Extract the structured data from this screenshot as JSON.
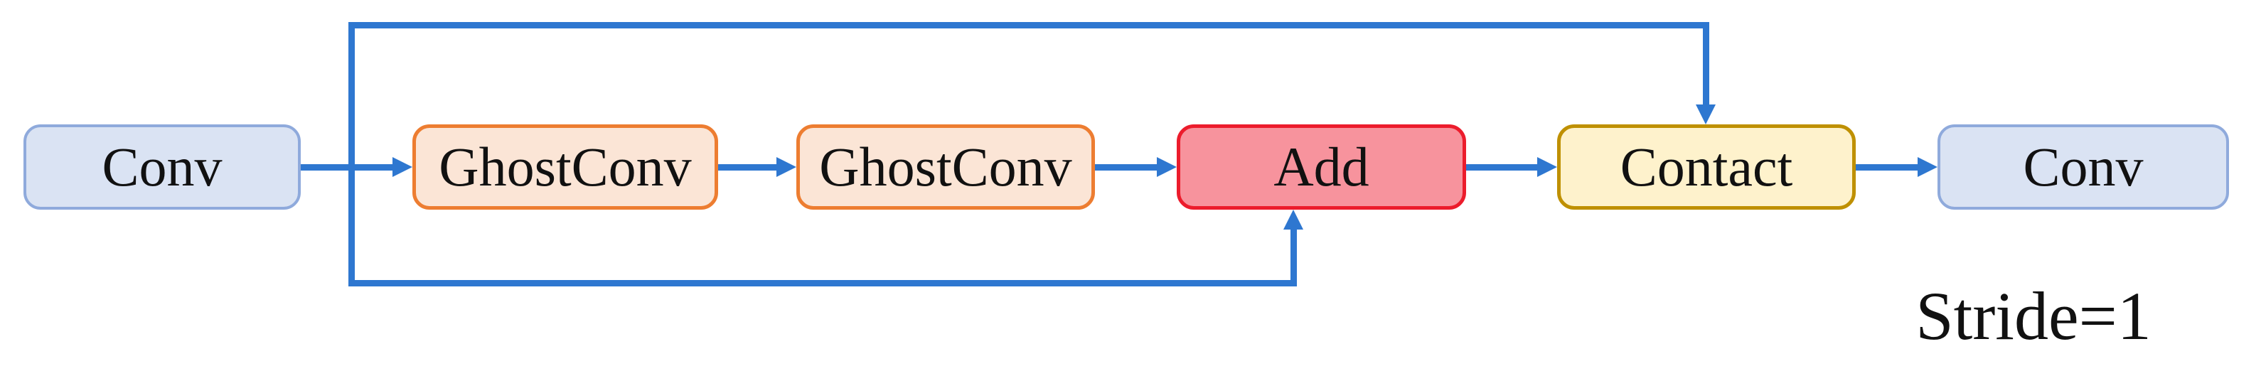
{
  "diagram": {
    "nodes": [
      {
        "id": "conv-input",
        "label": "Conv",
        "fill": "#DAE3F3",
        "border": "#8FAADC"
      },
      {
        "id": "ghostconv-1",
        "label": "GhostConv",
        "fill": "#FBE5D6",
        "border": "#ED7D31"
      },
      {
        "id": "ghostconv-2",
        "label": "GhostConv",
        "fill": "#FBE5D6",
        "border": "#ED7D31"
      },
      {
        "id": "add",
        "label": "Add",
        "fill": "#F7939D",
        "border": "#EC1C2C"
      },
      {
        "id": "contact",
        "label": "Contact",
        "fill": "#FEF2CC",
        "border": "#BF9000"
      },
      {
        "id": "conv-output",
        "label": "Conv",
        "fill": "#DAE3F3",
        "border": "#8FAADC"
      }
    ],
    "edges": [
      {
        "from": "conv-input",
        "to": "ghostconv-1",
        "path": "straight"
      },
      {
        "from": "ghostconv-1",
        "to": "ghostconv-2",
        "path": "straight"
      },
      {
        "from": "ghostconv-2",
        "to": "add",
        "path": "straight"
      },
      {
        "from": "add",
        "to": "contact",
        "path": "straight"
      },
      {
        "from": "contact",
        "to": "conv-output",
        "path": "straight"
      },
      {
        "from": "conv-input",
        "to": "contact",
        "path": "top-skip"
      },
      {
        "from": "conv-input",
        "to": "add",
        "path": "bottom-skip"
      }
    ],
    "annotation": "Stride=1",
    "connector_color": "#2E77D0",
    "text_color": "#111111"
  }
}
